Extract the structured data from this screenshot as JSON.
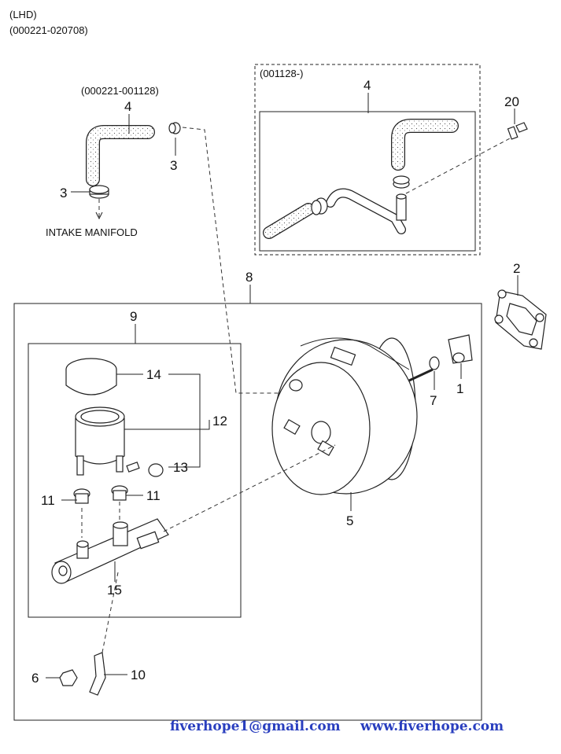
{
  "header": {
    "variant": "(LHD)",
    "date_range": "(000221-020708)"
  },
  "groups": {
    "early_hose": "(000221-001128)",
    "late_hose": "(001128-)"
  },
  "labels": {
    "intake_manifold": "INTAKE MANIFOLD"
  },
  "callouts": {
    "p1": "1",
    "p2": "2",
    "p3a": "3",
    "p3b": "3",
    "p4a": "4",
    "p4b": "4",
    "p5": "5",
    "p6": "6",
    "p7": "7",
    "p8": "8",
    "p9": "9",
    "p10": "10",
    "p11a": "11",
    "p11b": "11",
    "p12": "12",
    "p13": "13",
    "p14": "14",
    "p15": "15",
    "p20": "20"
  },
  "footer": {
    "email": "fiverhope1@gmail.com",
    "website": "www.fiverhope.com"
  },
  "colors": {
    "footer_text": "#2a3fbf",
    "line": "#222222"
  }
}
